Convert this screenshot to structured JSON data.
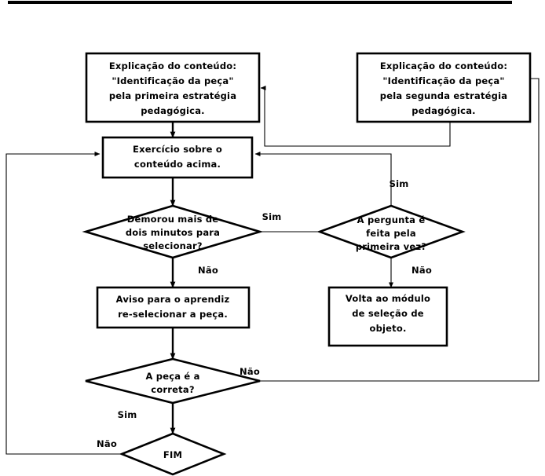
{
  "diagram": {
    "title": "Fluxograma de estrategia pedagogica",
    "language": "pt-BR",
    "colors": {
      "background": "#ffffff",
      "stroke": "#000000",
      "text": "#000000"
    },
    "top_rule": {
      "present": true
    },
    "nodes": {
      "explicacao_primeira": {
        "type": "process",
        "lines": [
          "Explicação do conteúdo:",
          "\"Identificação da peça\"",
          "pela primeira estratégia",
          "pedagógica."
        ]
      },
      "explicacao_segunda": {
        "type": "process",
        "lines": [
          "Explicação do conteúdo:",
          "\"Identificação da peça\"",
          "pela segunda estratégia",
          "pedagógica."
        ]
      },
      "exercicio": {
        "type": "process",
        "lines": [
          "Exercício sobre o",
          "conteúdo acima."
        ]
      },
      "demorou": {
        "type": "decision",
        "lines": [
          "Demorou mais de",
          "dois minutos para",
          "selecionar?"
        ]
      },
      "pergunta_primeira_vez": {
        "type": "decision",
        "lines": [
          "A pergunta é",
          "feita pela",
          "primeira vez?"
        ]
      },
      "aviso": {
        "type": "process",
        "lines": [
          "Aviso para o aprendiz",
          "re-selecionar a peça."
        ]
      },
      "volta_modulo": {
        "type": "process",
        "lines": [
          "Volta ao módulo",
          "de seleção de",
          "objeto."
        ]
      },
      "peca_correta": {
        "type": "decision",
        "lines": [
          "A peça é a",
          "correta?"
        ]
      },
      "fim": {
        "type": "terminator",
        "lines": [
          "FIM"
        ]
      }
    },
    "edge_labels": {
      "demorou_sim": "Sim",
      "demorou_nao": "Não",
      "pergunta_sim": "Sim",
      "pergunta_nao": "Não",
      "peca_sim": "Sim",
      "peca_nao": "Não",
      "fim_nao": "Não"
    }
  }
}
